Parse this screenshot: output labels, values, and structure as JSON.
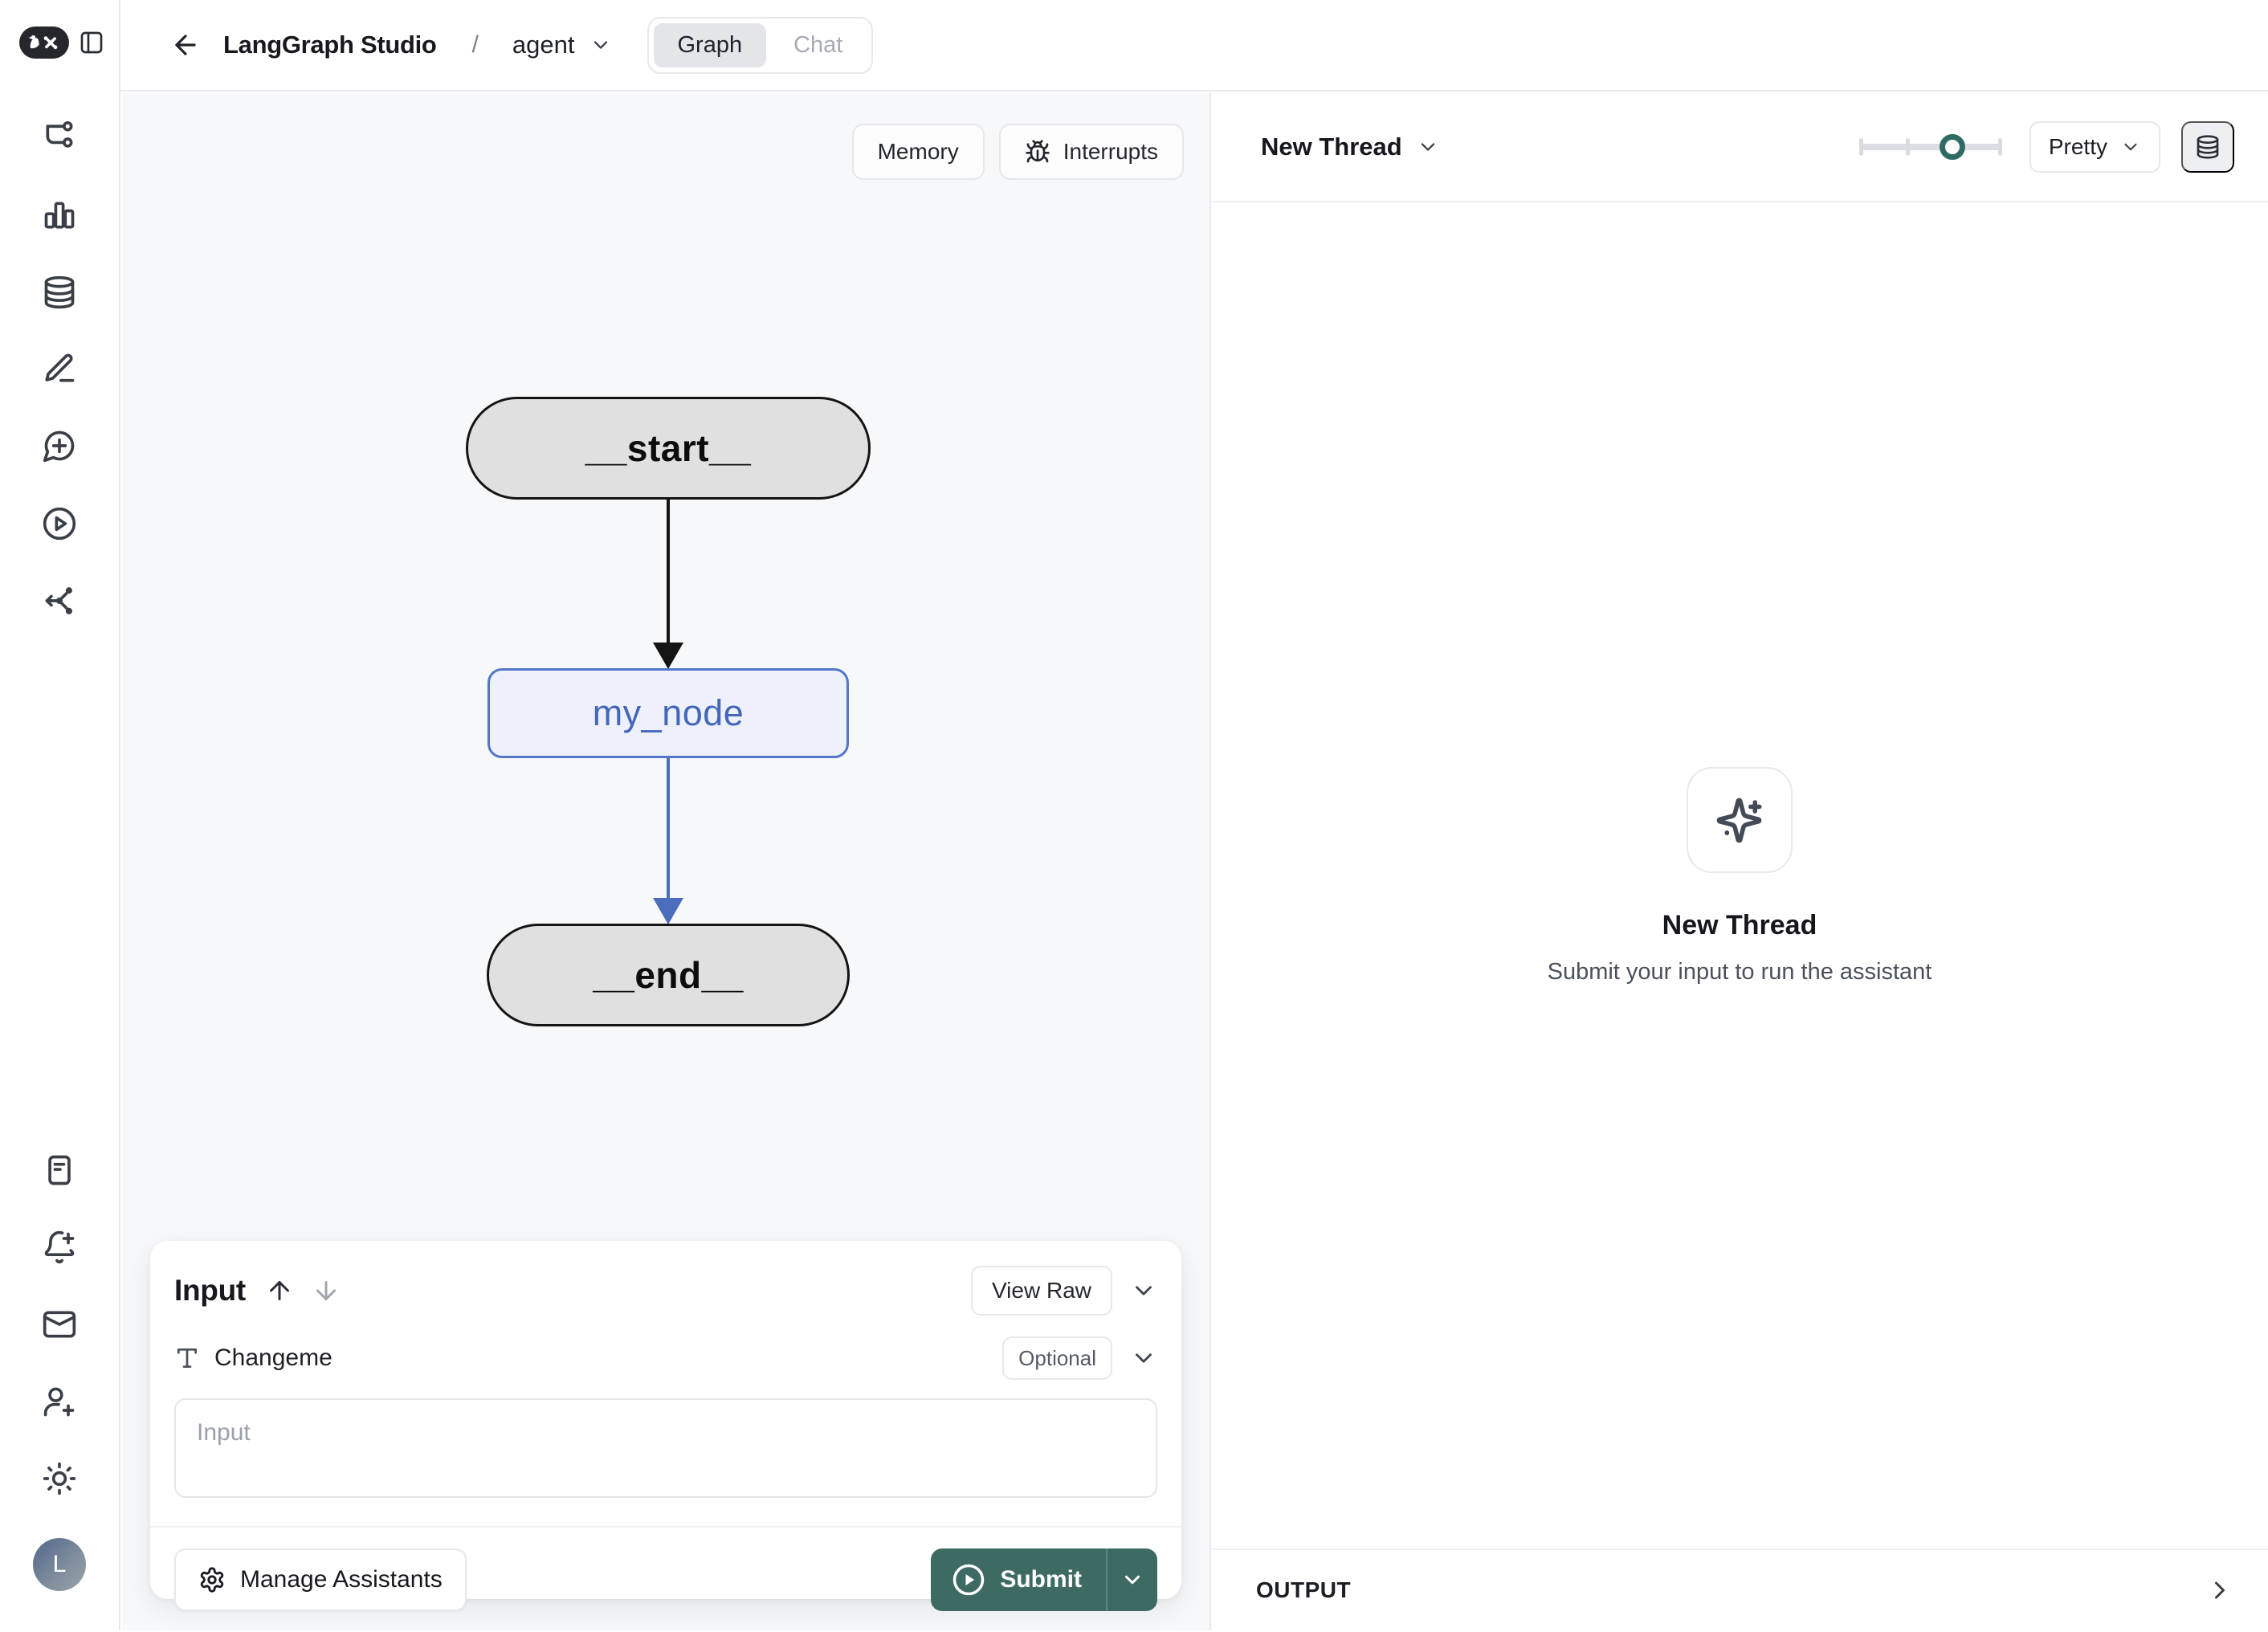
{
  "header": {
    "title": "LangGraph Studio",
    "separator": "/",
    "graph_selector": {
      "value": "agent"
    },
    "view_tabs": {
      "graph_label": "Graph",
      "chat_label": "Chat",
      "active": "Graph"
    }
  },
  "sidebar": {
    "icons_top": [
      "graph-icon",
      "bar-chart-icon",
      "database-icon",
      "edit-icon",
      "message-plus-icon",
      "play-circle-icon",
      "route-icon"
    ],
    "icons_bottom": [
      "notes-icon",
      "bell-plus-icon",
      "mail-icon",
      "user-plus-icon",
      "sun-icon"
    ],
    "avatar_initial": "L"
  },
  "canvas": {
    "toolbar": {
      "memory_label": "Memory",
      "interrupts_label": "Interrupts"
    },
    "graph": {
      "nodes": [
        {
          "id": "start",
          "label": "__start__",
          "type": "terminal"
        },
        {
          "id": "my_node",
          "label": "my_node",
          "type": "node"
        },
        {
          "id": "end",
          "label": "__end__",
          "type": "terminal"
        }
      ],
      "edges": [
        {
          "from": "__start__",
          "to": "my_node",
          "color": "#141414"
        },
        {
          "from": "my_node",
          "to": "__end__",
          "color": "#4a6dbd"
        }
      ]
    }
  },
  "input_panel": {
    "title": "Input",
    "view_raw_label": "View Raw",
    "field_label": "Changeme",
    "field_badge": "Optional",
    "placeholder": "Input",
    "value": "",
    "manage_assistants_label": "Manage Assistants",
    "submit_label": "Submit"
  },
  "thread_panel": {
    "header_title": "New Thread",
    "render_mode": "Pretty",
    "empty_title": "New Thread",
    "empty_subtitle": "Submit your input to run the assistant",
    "output_label": "OUTPUT"
  },
  "colors": {
    "accent_teal": "#3d6a62",
    "slider_ring": "#2f6b64",
    "node_blue_border": "#5376c7",
    "node_blue_text": "#4467ba",
    "node_gray_fill": "#e0e0e0",
    "canvas_bg": "#f7f8fa"
  }
}
